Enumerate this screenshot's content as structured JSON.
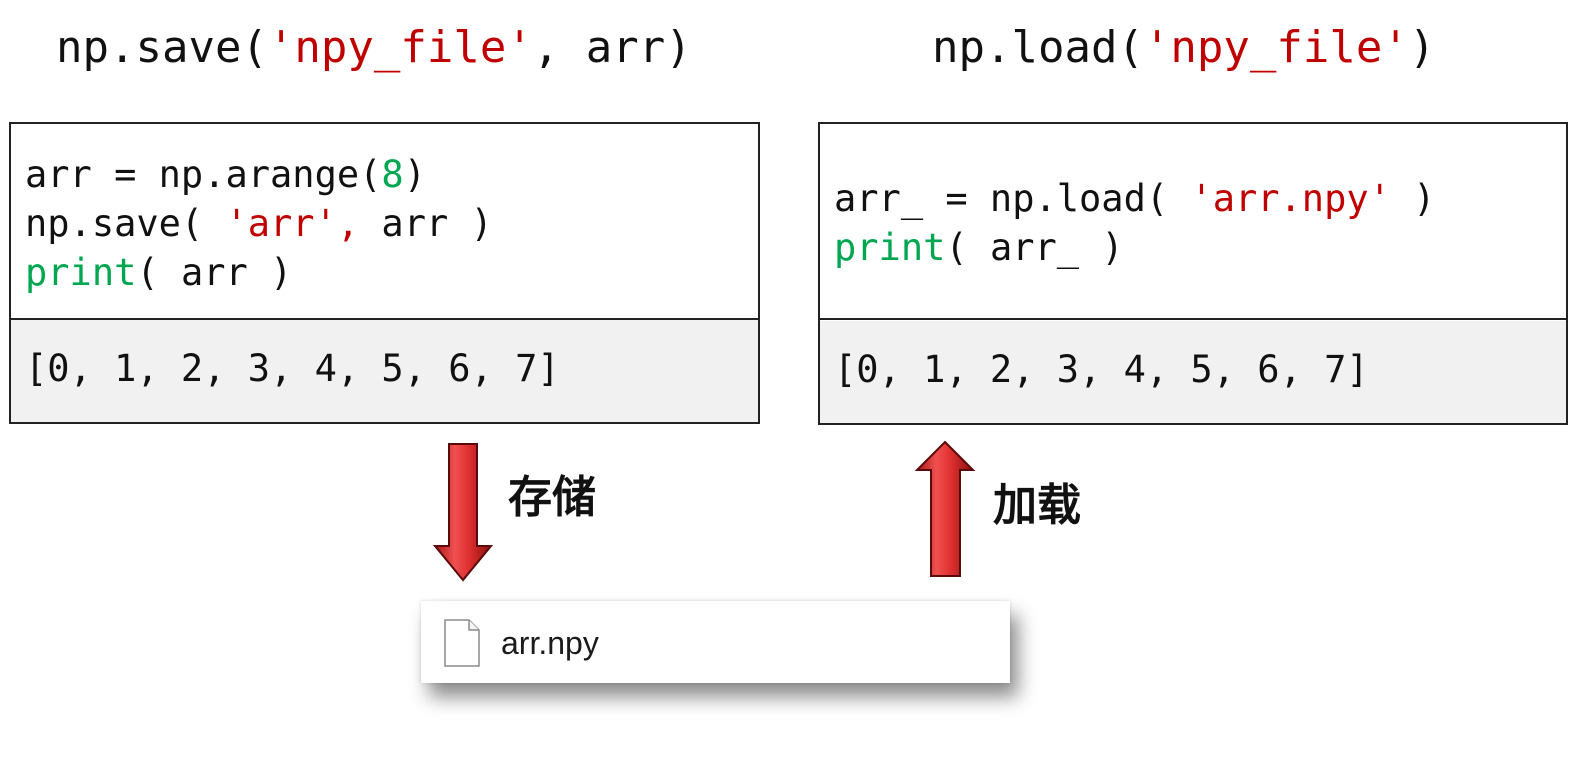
{
  "save_title": {
    "prefix": "np.save(",
    "arg_string": "'npy_file'",
    "suffix": ", arr)"
  },
  "load_title": {
    "prefix": "np.load(",
    "arg_string": "'npy_file'",
    "suffix": ")"
  },
  "save_panel": {
    "line1": {
      "prefix": "arr = np.arange(",
      "number": "8",
      "suffix": ")"
    },
    "line2": {
      "prefix": "np.save( ",
      "string": "'arr',",
      "suffix": " arr )"
    },
    "line3": {
      "keyword": "print",
      "suffix": "( arr )"
    },
    "output": "[0, 1, 2, 3, 4, 5, 6, 7]"
  },
  "load_panel": {
    "line1": {
      "prefix": "arr_ = np.load( ",
      "string": "'arr.npy'",
      "suffix": " )"
    },
    "line2": {
      "keyword": "print",
      "suffix": "( arr_ )"
    },
    "output": "[0, 1, 2, 3, 4, 5, 6, 7]"
  },
  "arrows": {
    "store_label": "存储",
    "load_label": "加载",
    "color": "#e53030"
  },
  "file": {
    "name": "arr.npy",
    "icon": "file-icon"
  },
  "colors": {
    "string": "#c00000",
    "keyword_number": "#00a650",
    "output_bg": "#f1f1f1"
  }
}
